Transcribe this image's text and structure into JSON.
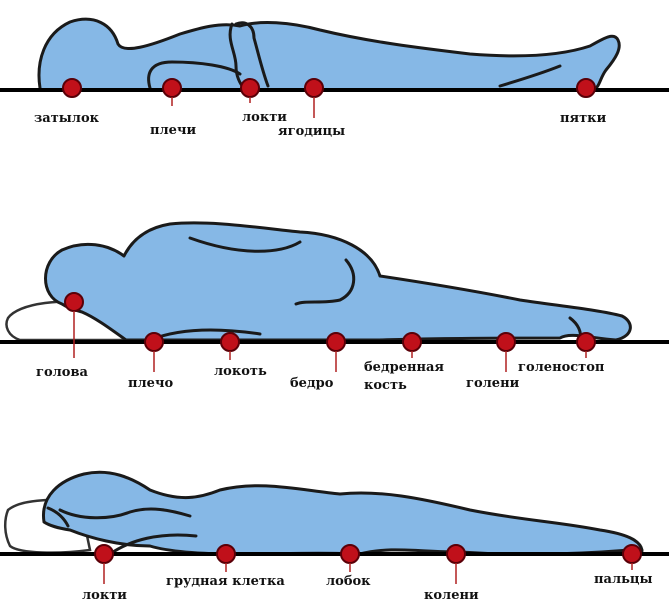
{
  "colors": {
    "body_fill": "#86b8e6",
    "outline": "#1a1a1a",
    "pressure_point": "#c0101a",
    "ground": "#000000",
    "pillow": "#ffffff"
  },
  "panels": [
    {
      "pose": "supine",
      "labels": {
        "occiput": "затылок",
        "shoulders": "плечи",
        "elbows": "локти",
        "buttocks": "ягодицы",
        "heels": "пятки"
      }
    },
    {
      "pose": "side",
      "labels": {
        "head": "голова",
        "shoulder": "плечо",
        "elbow": "локоть",
        "hip": "бедро",
        "femur_line1": "бедренная",
        "femur_line2": "кость",
        "shins": "голени",
        "ankle": "голеностоп"
      }
    },
    {
      "pose": "prone",
      "labels": {
        "elbows": "локти",
        "chest": "грудная клетка",
        "pubis": "лобок",
        "knees": "колени",
        "toes": "пальцы"
      }
    }
  ]
}
